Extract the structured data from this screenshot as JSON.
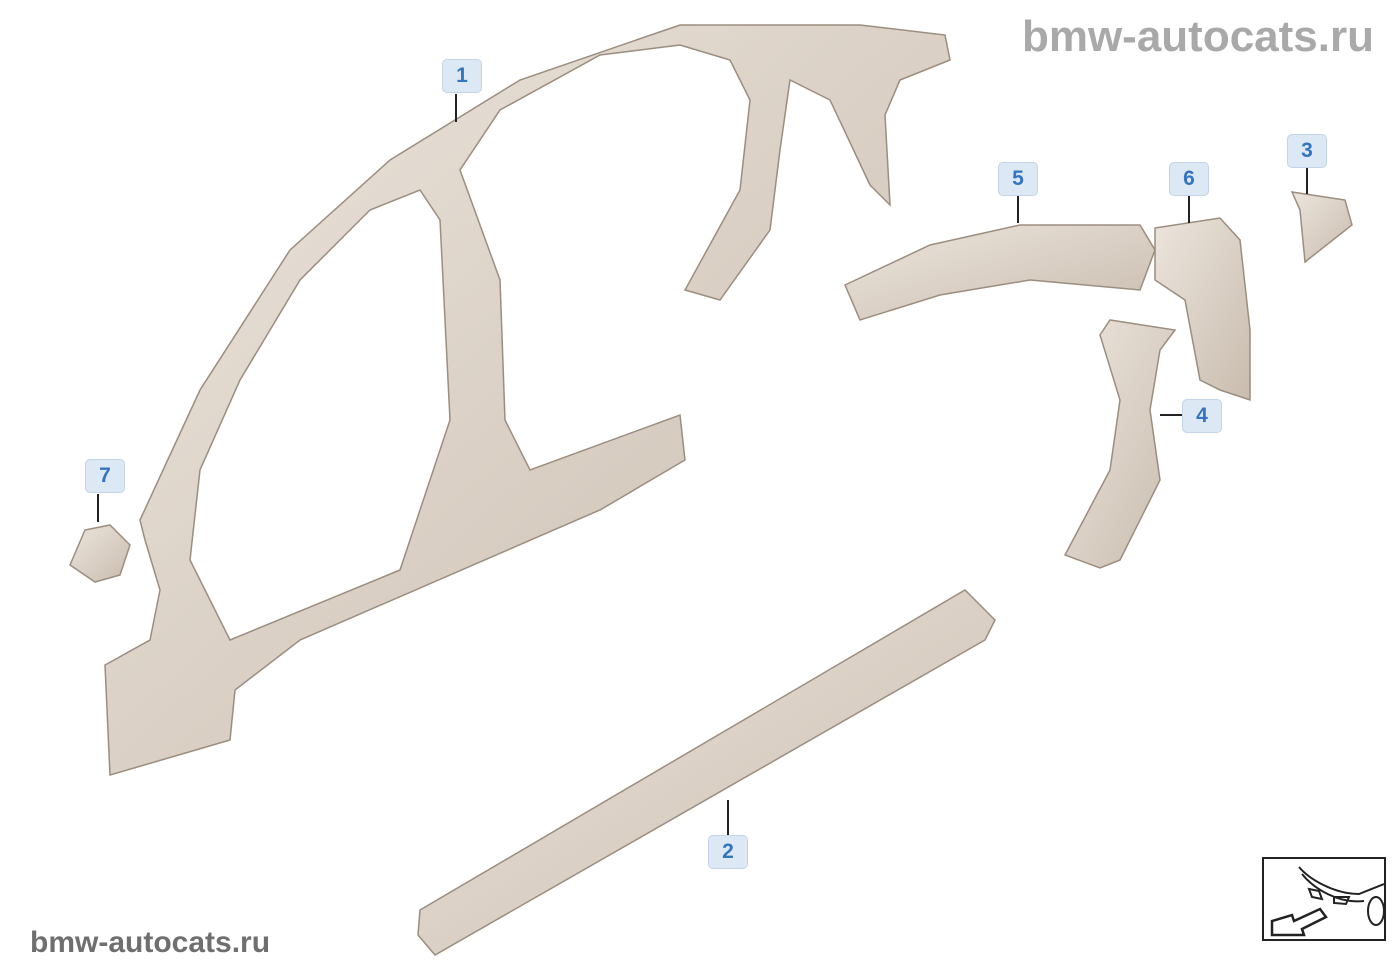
{
  "watermark": {
    "top": "bmw-autocats.ru",
    "bottom": "bmw-autocats.ru"
  },
  "callouts": [
    {
      "number": "1",
      "part": "side-frame"
    },
    {
      "number": "2",
      "part": "sill-reinforcement"
    },
    {
      "number": "3",
      "part": "bracket"
    },
    {
      "number": "4",
      "part": "pillar-reinforcement"
    },
    {
      "number": "5",
      "part": "roof-rail-reinforcement"
    },
    {
      "number": "6",
      "part": "c-pillar-section"
    },
    {
      "number": "7",
      "part": "small-bracket"
    }
  ],
  "colors": {
    "part_fill": "#d8cdc2",
    "part_stroke": "#9c8d7e",
    "callout_text": "#3475bf",
    "callout_bg": "#dde8f5"
  },
  "view_icon": "front-car-view-arrow-icon"
}
